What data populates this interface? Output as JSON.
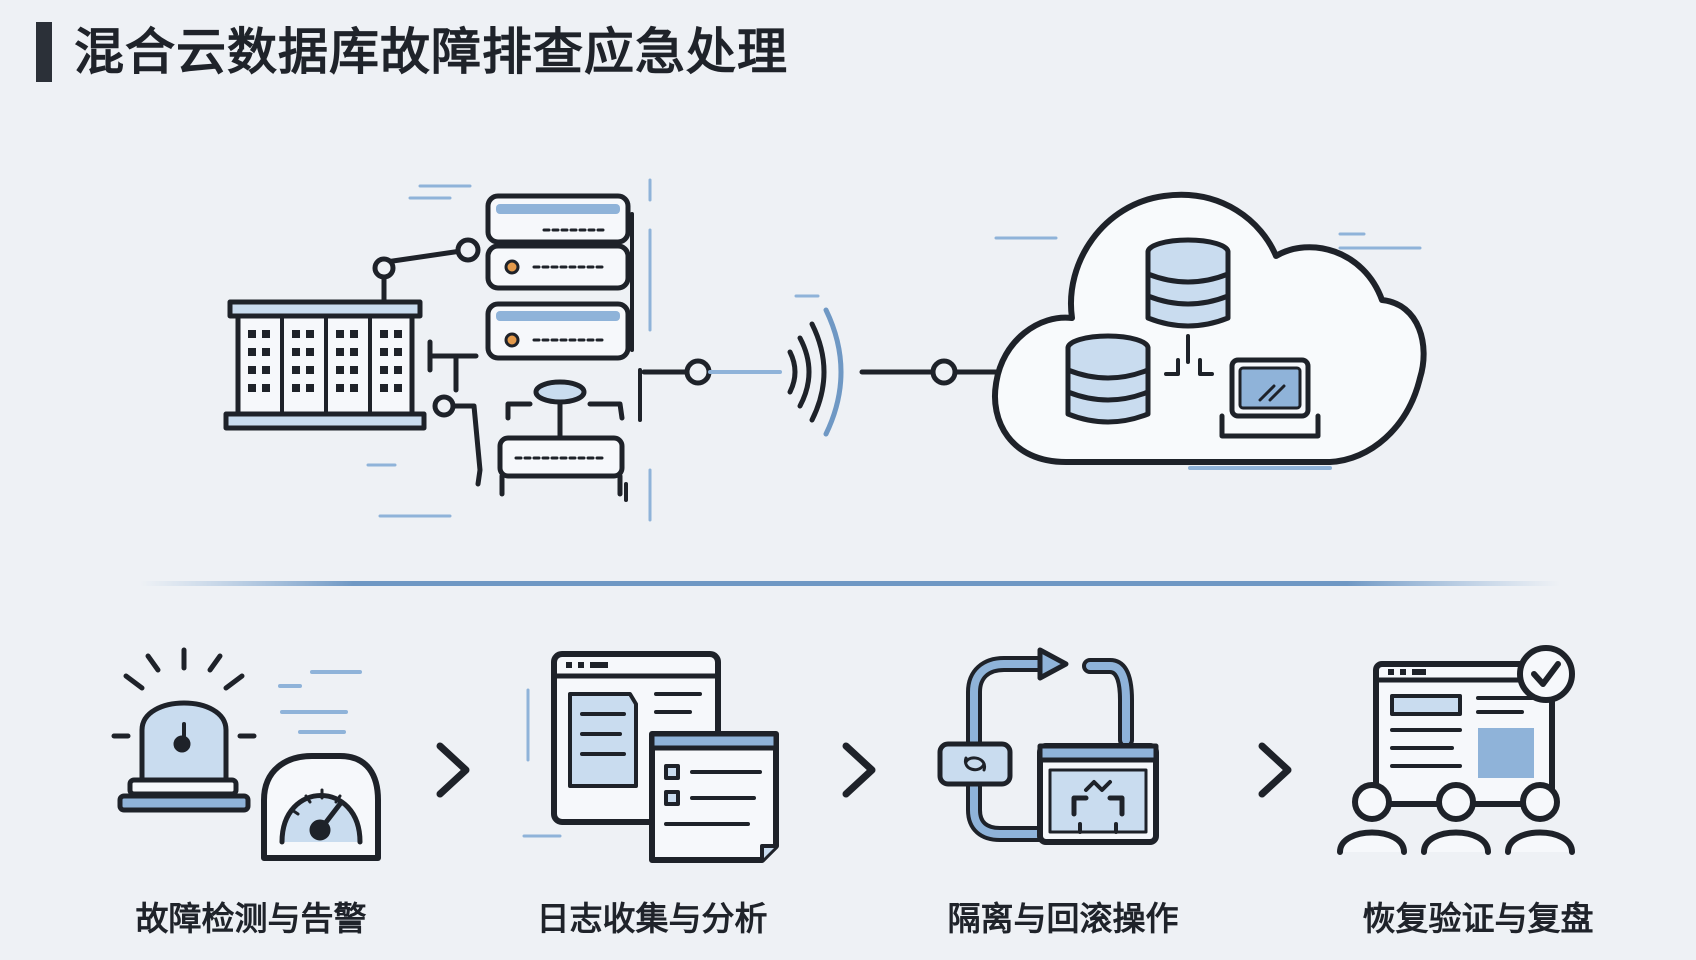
{
  "title": "混合云数据库故障排查应急处理",
  "steps": [
    {
      "label": "故障检测与告警",
      "icon": "alarm-gauge-icon"
    },
    {
      "label": "日志收集与分析",
      "icon": "log-documents-icon"
    },
    {
      "label": "隔离与回滚操作",
      "icon": "isolation-rollback-icon"
    },
    {
      "label": "恢复验证与复盘",
      "icon": "verification-review-icon"
    }
  ],
  "diagram": {
    "on_premise": "on-premise-datacenter-icon",
    "link": "wireless-link-icon",
    "cloud": "cloud-database-icon"
  },
  "colors": {
    "stroke": "#1e2229",
    "accent": "#8fb3d9",
    "accent_light": "#c9dcef",
    "background": "#eef1f5"
  }
}
